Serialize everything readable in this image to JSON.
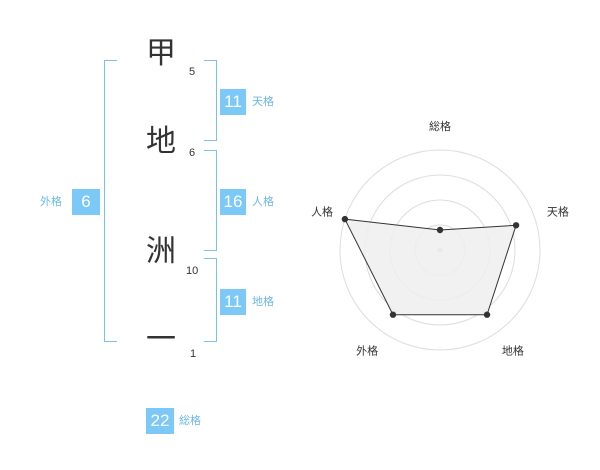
{
  "name_chars": [
    {
      "char": "甲",
      "strokes": "5"
    },
    {
      "char": "地",
      "strokes": "6"
    },
    {
      "char": "洲",
      "strokes": "10"
    },
    {
      "char": "一",
      "strokes": "1"
    }
  ],
  "scores": {
    "tenkaku": {
      "value": "11",
      "label": "天格"
    },
    "jinkaku": {
      "value": "16",
      "label": "人格"
    },
    "chikaku": {
      "value": "11",
      "label": "地格"
    },
    "gaikaku": {
      "value": "6",
      "label": "外格"
    },
    "soukaku": {
      "value": "22",
      "label": "総格"
    }
  },
  "chart_data": {
    "type": "radar",
    "axes": [
      "総格",
      "天格",
      "地格",
      "外格",
      "人格"
    ],
    "values": [
      0.2,
      0.8,
      0.8,
      0.8,
      1.0
    ],
    "rings": 4,
    "colors": {
      "fill": "#eeeeee",
      "line": "#333333",
      "grid": "#dddddd"
    }
  },
  "colors": {
    "accent": "#7cc8f7",
    "bracket": "#7cc0ef",
    "label": "#6bb8ea"
  }
}
